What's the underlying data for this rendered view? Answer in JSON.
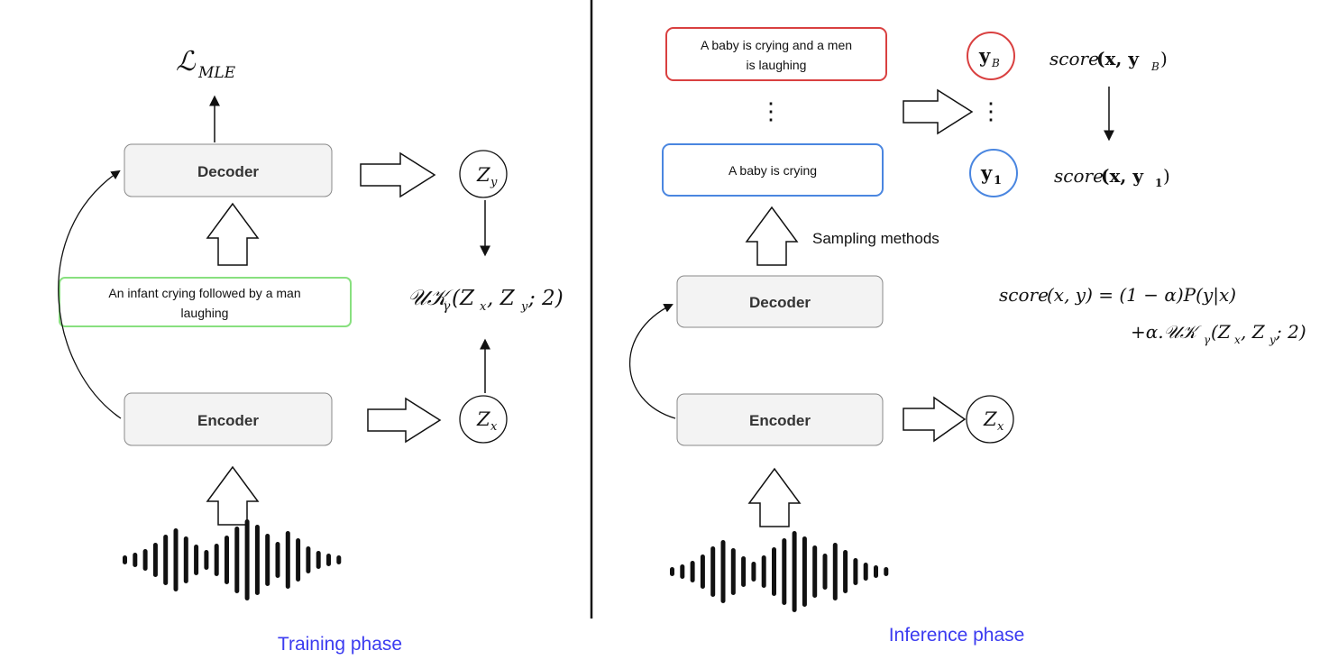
{
  "training": {
    "loss_label": "ℒ",
    "loss_sub": "MLE",
    "decoder_label": "Decoder",
    "encoder_label": "Encoder",
    "caption_line1": "An infant crying followed by a man",
    "caption_line2": "laughing",
    "zy": "Z",
    "zy_sub": "y",
    "zx": "Z",
    "zx_sub": "x",
    "uk_main": "𝒰𝒦",
    "uk_sub": "γ",
    "uk_args_a": "(Z",
    "uk_args_a_sub": "x",
    "uk_args_b": ", Z",
    "uk_args_b_sub": "y",
    "uk_args_c": "; 2)",
    "phase_label": "Training phase"
  },
  "inference": {
    "caption_b_line1": "A baby is crying and a men",
    "caption_b_line2": "is laughing",
    "caption_1": "A baby is crying",
    "vdots": "⋮",
    "yb_main": "y",
    "yb_sub": "B",
    "y1_main": "y",
    "y1_sub": "1",
    "score_b_a": "score",
    "score_b_b": "(x, y",
    "score_b_sub": "B",
    "score_b_c": ")",
    "score_1_a": "score",
    "score_1_b": "(x, y",
    "score_1_sub": "1",
    "score_1_c": ")",
    "sampling_label": "Sampling methods",
    "decoder_label": "Decoder",
    "encoder_label": "Encoder",
    "zx": "Z",
    "zx_sub": "x",
    "formula_line1_a": "score",
    "formula_line1_b": "(x, y) = (1 − α)P(y|x)",
    "formula_line2_a": "+α.𝒰𝒦",
    "formula_line2_sub": "γ",
    "formula_line2_b": "(Z",
    "formula_line2_sub2": "x",
    "formula_line2_c": ", Z",
    "formula_line2_sub3": "y",
    "formula_line2_d": "; 2)",
    "phase_label": "Inference phase"
  },
  "colors": {
    "green_border": "#88e07f",
    "red_border": "#d94040",
    "blue_border": "#4a86e0",
    "phase_text": "#3b3bf0"
  },
  "waveform": {
    "bar_heights": [
      10,
      16,
      24,
      38,
      56,
      70,
      52,
      34,
      22,
      36,
      54,
      74,
      90,
      78,
      58,
      40,
      64,
      48,
      30,
      20,
      14,
      10
    ]
  }
}
